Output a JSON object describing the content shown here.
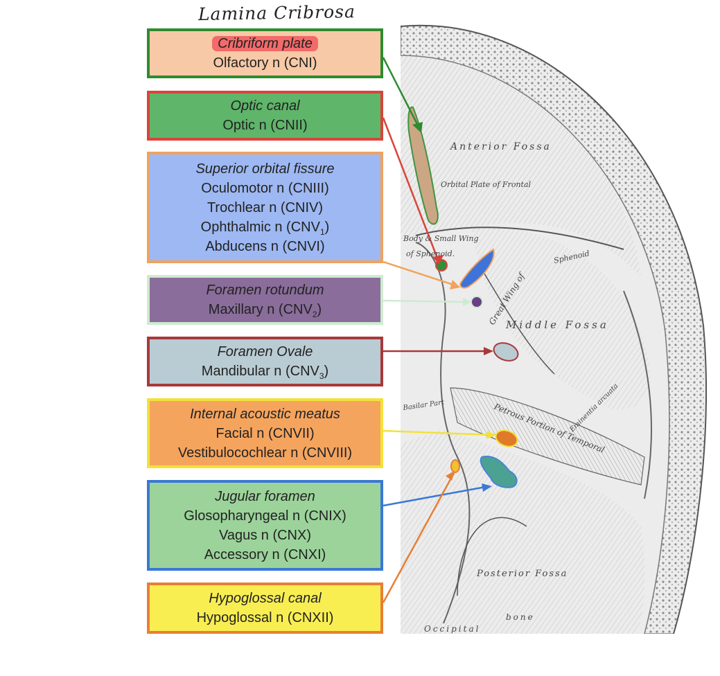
{
  "heading": "Lamina Cribrosa",
  "boxes": [
    {
      "title": "Cribriform plate",
      "lines": [
        "Olfactory n (CNI)"
      ],
      "fill": "#f7c9a6",
      "border": "#2e8b2e",
      "title_highlight": "#f26a6a"
    },
    {
      "title": "Optic canal",
      "lines": [
        "Optic n (CNII)"
      ],
      "fill": "#5fb56a",
      "border": "#d9443a"
    },
    {
      "title": "Superior orbital fissure",
      "lines": [
        "Oculomotor n (CNIII)",
        "Trochlear n (CNIV)",
        "Ophthalmic n (CNV1)",
        "Abducens n (CNVI)"
      ],
      "fill": "#9db8f2",
      "border": "#f0a35c"
    },
    {
      "title": "Foramen rotundum",
      "lines": [
        "Maxillary n (CNV2)"
      ],
      "fill": "#8a6d9a",
      "border": "#cdebd0"
    },
    {
      "title": "Foramen Ovale",
      "lines": [
        "Mandibular n (CNV3)"
      ],
      "fill": "#b9ccd3",
      "border": "#a8383a"
    },
    {
      "title": "Internal acoustic meatus",
      "lines": [
        "Facial n (CNVII)",
        "Vestibulocochlear n (CNVIII)"
      ],
      "fill": "#f5a45e",
      "border": "#f2e23a"
    },
    {
      "title": "Jugular foramen",
      "lines": [
        "Glosopharyngeal n (CNIX)",
        "Vagus n (CNX)",
        "Accessory n (CNXI)"
      ],
      "fill": "#9bd39a",
      "border": "#3a78d6"
    },
    {
      "title": "Hypoglossal canal",
      "lines": [
        "Hypoglossal n (CNXII)"
      ],
      "fill": "#f8ee52",
      "border": "#e77f35"
    }
  ],
  "skull_labels": {
    "anterior_fossa": "Anterior Fossa",
    "orbital_plate": "Orbital Plate of Frontal",
    "body_small_wing": "Body & Small Wing",
    "of_sphenoid": "of Sphenoid.",
    "great_wing": "Great Wing of",
    "sphenoid": "Sphenoid",
    "middle_fossa": "Middle Fossa",
    "basilar_part": "Basilar Part",
    "petrous": "Petrous Portion of Temporal",
    "eminentia": "Eminentia arcuata",
    "posterior_fossa": "Posterior Fossa",
    "bone": "bone",
    "occipital": "Occipital"
  },
  "colors": {
    "cribriform": "#c9a07a",
    "optic": "#2f8f3a",
    "sup_orbital": "#3f73d9",
    "rotundum": "#6a3f86",
    "ovale": "#b9ccd3",
    "acoustic": "#e07a2a",
    "jugular": "#3a9a8a",
    "hypoglossal": "#f2c030",
    "line_olf": "#2e8b2e",
    "line_optic": "#d9443a",
    "line_sof": "#f0a35c",
    "line_rot": "#cdebd0",
    "line_ovale": "#a8383a",
    "line_iam": "#f2e23a",
    "line_jug": "#3a78d6",
    "line_hyp": "#e77f35"
  }
}
